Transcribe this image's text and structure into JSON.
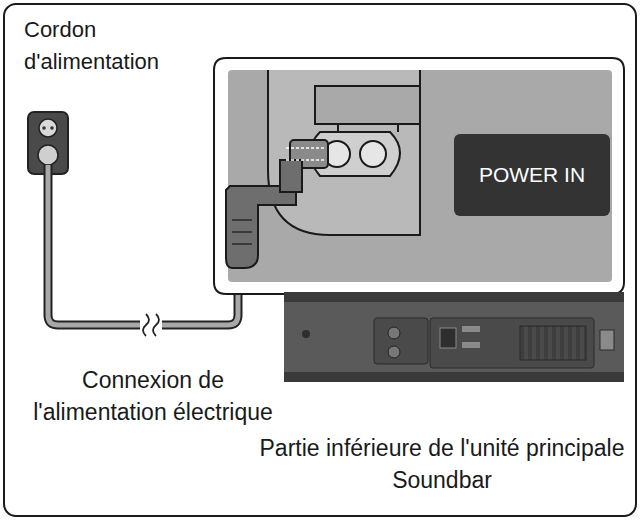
{
  "diagram": {
    "title": "Cordon d'alimentation",
    "nodes": [
      {
        "text": [
          "POWER IN"
        ]
      }
    ],
    "labels": [
      "Connexion de l'alimentation électrique",
      "Partie inférieure de l'unité principale Soundbar"
    ]
  }
}
